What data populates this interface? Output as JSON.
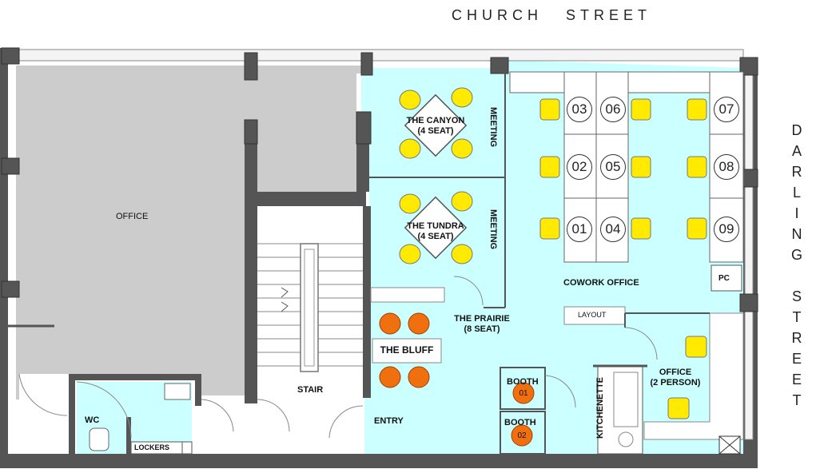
{
  "streets": {
    "north": "CHURCH STREET",
    "east": "DARLING STREET"
  },
  "rooms": {
    "office": "OFFICE",
    "canyon_name": "THE CANYON",
    "canyon_seats": "(4 SEAT)",
    "tundra_name": "THE TUNDRA",
    "tundra_seats": "(4 SEAT)",
    "meeting_1": "MEETING",
    "meeting_2": "MEETING",
    "prairie_name": "THE PRAIRIE",
    "prairie_seats": "(8 SEAT)",
    "bluff": "THE BLUFF",
    "stair": "STAIR",
    "wc": "WC",
    "lockers": "LOCKERS",
    "entry": "ENTRY",
    "booth_1": "BOOTH",
    "booth_2": "BOOTH",
    "kitchenette": "KITCHENETTE",
    "cowork": "COWORK OFFICE",
    "layout": "LAYOUT",
    "pc": "PC",
    "office2_name": "OFFICE",
    "office2_capacity": "(2 PERSON)"
  },
  "desks": [
    "03",
    "06",
    "07",
    "02",
    "05",
    "08",
    "01",
    "04",
    "09"
  ],
  "booth_numbers": [
    "01",
    "02"
  ],
  "colors": {
    "cowork_fill": "#ccffff",
    "office_fill": "#cccccc",
    "wall": "#555555",
    "chair": "#ffea00",
    "stool": "#f07010"
  }
}
